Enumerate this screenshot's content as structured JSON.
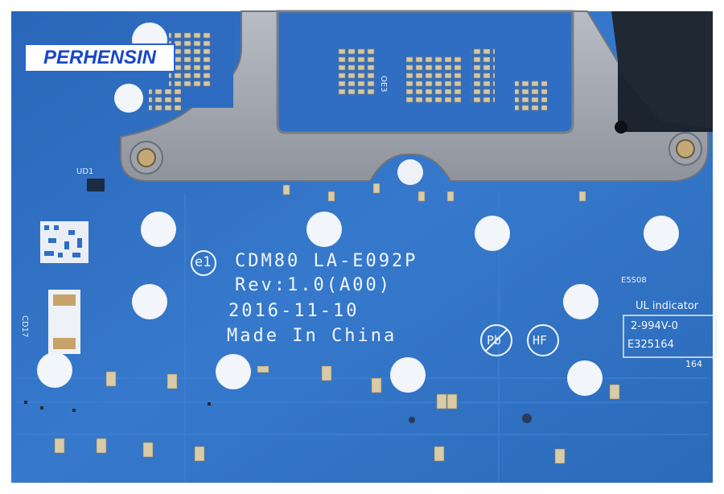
{
  "brand": {
    "text": "PERHENSIN",
    "color": "#1847c8"
  },
  "board": {
    "marking_code": "e1",
    "model": "CDM80  LA-E092P",
    "revision": "Rev:1.0(A00)",
    "date": "2016-11-10",
    "origin": "Made In China",
    "pb_mark": "Pb",
    "hf_mark": "HF"
  },
  "ul": {
    "title": "UL indicator",
    "rating": "2-994V-0",
    "file_number": "E325164",
    "fragment": "164"
  },
  "component_labels": {
    "ud1": "UD1",
    "cd17": "CD17",
    "e5s08": "E5S08",
    "oe3": "OE3"
  },
  "colors": {
    "pcb_blue": "#2d6fc4",
    "pcb_light": "#4a88d6",
    "bracket": "#a7abb3",
    "silkscreen": "#f2f6ff",
    "pad": "#d8c9a6"
  }
}
